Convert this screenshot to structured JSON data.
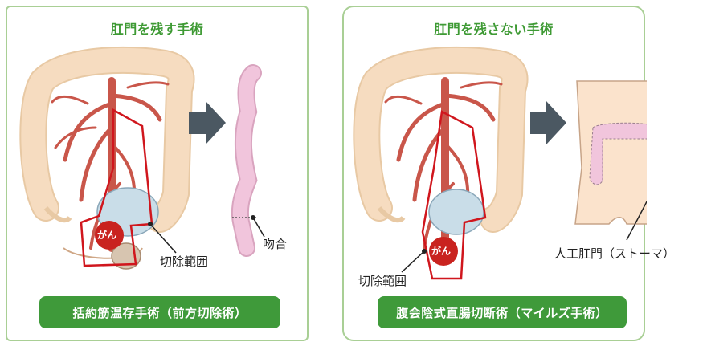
{
  "left_panel": {
    "title": "肛門を残す手術",
    "cancer_label": "がん",
    "excision_label": "切除範囲",
    "anastomosis_label": "吻合",
    "procedure": "括約筋温存手術（前方切除術）"
  },
  "right_panel": {
    "title": "肛門を残さない手術",
    "cancer_label": "がん",
    "excision_label": "切除範囲",
    "stoma_label": "人工肛門（ストーマ）",
    "procedure": "腹会陰式直腸切断術（マイルズ手術）"
  },
  "colors": {
    "panel_border": "#a9cf95",
    "title_green": "#3e9a34",
    "badge_green": "#3f9a3a",
    "colon_fill": "#f6dcc0",
    "vessel_red": "#c9564a",
    "cancer_red": "#c9231f",
    "excision_outline": "#d0161d",
    "arrow_gray": "#4b5862",
    "pink_colon": "#f1c5dc",
    "skin": "#fbe3cc"
  },
  "icons": [
    "right-arrow-icon",
    "stoma-icon"
  ]
}
